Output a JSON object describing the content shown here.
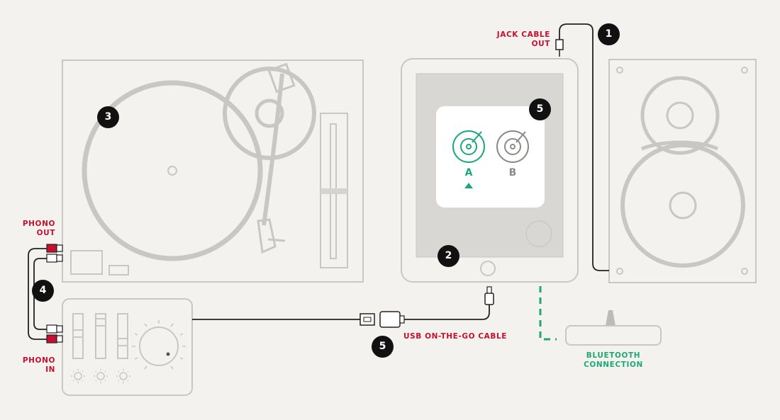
{
  "labels": {
    "jack_cable": "JACK CABLE",
    "jack_out": "OUT",
    "phono_out_1": "PHONO",
    "phono_out_2": "OUT",
    "phono_in_1": "PHONO",
    "phono_in_2": "IN",
    "usb_cable": "USB ON-THE-GO CABLE",
    "bluetooth_1": "BLUETOOTH",
    "bluetooth_2": "CONNECTION"
  },
  "badges": {
    "jack": "1",
    "tablet": "2",
    "turntable": "3",
    "mixer": "4",
    "usb": "5",
    "app": "5"
  },
  "app": {
    "deck_a": "A",
    "deck_b": "B"
  },
  "colors": {
    "background": "#f3f2ef",
    "outline": "#c9c7c3",
    "accent_red": "#c8102e",
    "accent_green": "#1fa77a",
    "badge": "#111111",
    "cable": "#222222"
  },
  "icons": {
    "deck_a": "vinyl-record-icon",
    "deck_b": "vinyl-record-icon",
    "play_indicator": "triangle-up-icon",
    "tablet_home": "home-button-icon"
  }
}
